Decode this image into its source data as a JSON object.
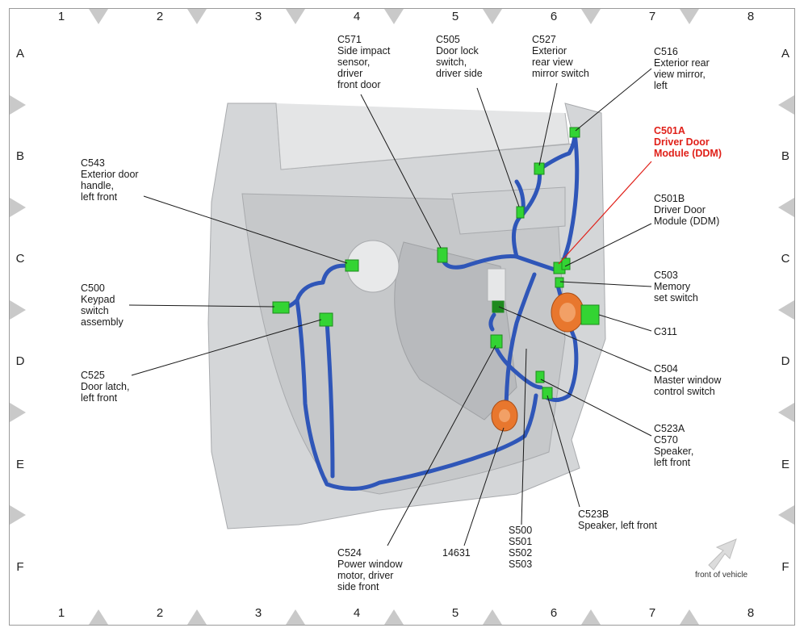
{
  "grid": {
    "columns": [
      "1",
      "2",
      "3",
      "4",
      "5",
      "6",
      "7",
      "8"
    ],
    "rows": [
      "A",
      "B",
      "C",
      "D",
      "E",
      "F"
    ]
  },
  "labels": {
    "c571": "C571\nSide impact\nsensor,\ndriver\nfront door",
    "c505": "C505\nDoor lock\nswitch,\ndriver side",
    "c527": "C527\nExterior\nrear view\nmirror switch",
    "c516": "C516\nExterior rear\nview mirror,\nleft",
    "c501a": "C501A\nDriver Door\nModule (DDM)",
    "c543": "C543\nExterior door\nhandle,\nleft front",
    "c501b": "C501B\nDriver Door\nModule (DDM)",
    "c503": "C503\nMemory\nset switch",
    "c500": "C500\nKeypad\nswitch\nassembly",
    "c311": "C311",
    "c525": "C525\nDoor latch,\nleft front",
    "c504": "C504\nMaster window\ncontrol switch",
    "c523a": "C523A\nC570\nSpeaker,\nleft front",
    "c523b": "C523B\nSpeaker, left front",
    "s500": "S500\nS501\nS502\nS503",
    "h14631": "14631",
    "c524": "C524\nPower window\nmotor, driver\nside front"
  },
  "front_of_vehicle": "front of vehicle",
  "colors": {
    "harness": "#2f56b8",
    "connector": "#33d433",
    "connector_dark": "#1e8a1e",
    "highlight": "#e0211a",
    "door_panel": "#d4d6d8",
    "motor": "#e8772e"
  }
}
